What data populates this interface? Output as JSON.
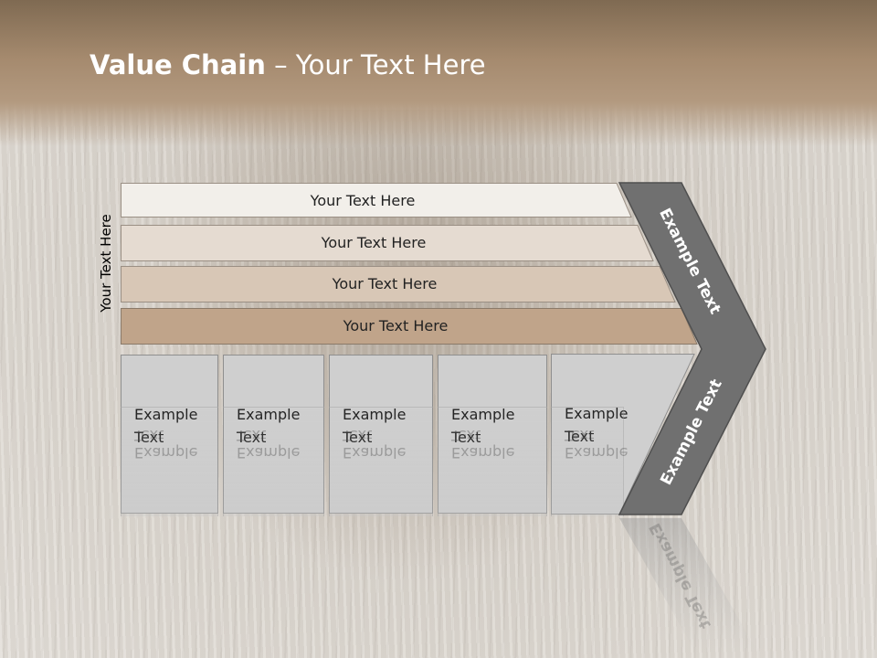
{
  "title": {
    "bold": "Value Chain",
    "rest": " – Your Text Here"
  },
  "side_label": "Your Text Here",
  "bars": [
    {
      "label": "Your Text Here",
      "color": "#f2efea"
    },
    {
      "label": "Your Text Here",
      "color": "#e5dbd1"
    },
    {
      "label": "Your Text Here",
      "color": "#d8c7b6"
    },
    {
      "label": "Your Text Here",
      "color": "#c0a48a"
    }
  ],
  "columns": [
    {
      "line1": "Example",
      "line2": "Text"
    },
    {
      "line1": "Example",
      "line2": "Text"
    },
    {
      "line1": "Example",
      "line2": "Text"
    },
    {
      "line1": "Example",
      "line2": "Text"
    },
    {
      "line1": "Example",
      "line2": "Text"
    }
  ],
  "chevron": {
    "upper_label": "Example Text",
    "lower_label": "Example Text",
    "color": "#707070"
  }
}
